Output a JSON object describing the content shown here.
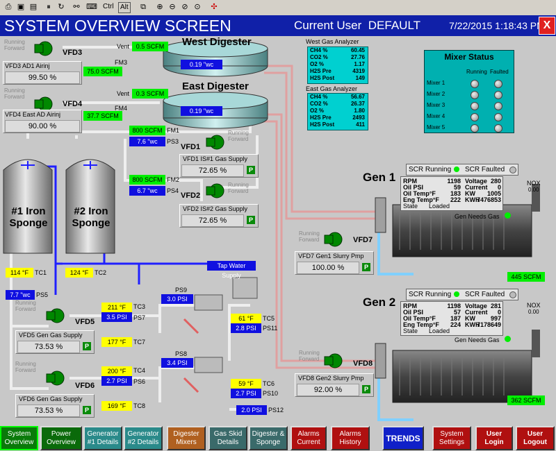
{
  "toolbar": {
    "ctrl_label": "Ctrl",
    "alt_label": "Alt"
  },
  "title": {
    "screen": "SYSTEM OVERVIEW SCREEN",
    "user_label": "Current User",
    "user_name": "DEFAULT",
    "datetime": "7/22/2015 1:18:43 PM",
    "close": "X"
  },
  "digesters": {
    "west": {
      "name": "West Digester",
      "pressure": "0.19 \"wc",
      "vent_label": "Vent",
      "vent_flow": "0.5 SCFM",
      "fm_label": "FM3",
      "fm_value": "75.0 SCFM"
    },
    "east": {
      "name": "East Digester",
      "pressure": "0.19 \"wc",
      "vent_label": "Vent",
      "vent_flow": "0.3 SCFM",
      "fm_label": "FM4",
      "fm_value": "37.7 SCFM"
    }
  },
  "analyzers": {
    "west": {
      "title": "West Gas Analyzer",
      "rows": [
        {
          "k": "CH4 %",
          "v": "60.45"
        },
        {
          "k": "CO2 %",
          "v": "27.76"
        },
        {
          "k": "O2 %",
          "v": "1.17"
        },
        {
          "k": "H2S Pre",
          "v": "4319"
        },
        {
          "k": "H2S Post",
          "v": "149"
        }
      ]
    },
    "east": {
      "title": "East Gas Analyzer",
      "rows": [
        {
          "k": "CH4 %",
          "v": "56.67"
        },
        {
          "k": "CO2 %",
          "v": "26.37"
        },
        {
          "k": "O2 %",
          "v": "1.80"
        },
        {
          "k": "H2S Pre",
          "v": "2493"
        },
        {
          "k": "H2S Post",
          "v": "411"
        }
      ]
    }
  },
  "mixer_status": {
    "title": "Mixer Status",
    "col_running": "Running",
    "col_faulted": "Faulted",
    "rows": [
      "Mixer 1",
      "Mixer 2",
      "Mixer 3",
      "Mixer 4",
      "Mixer 5"
    ]
  },
  "vfds": {
    "vfd3": {
      "status": "Running Forward",
      "name": "VFD3",
      "panel": "VFD3 AD1 Airinj",
      "value": "99.50 %"
    },
    "vfd4": {
      "status": "Running Forward",
      "name": "VFD4",
      "panel": "VFD4 East AD Airinj",
      "value": "90.00 %"
    },
    "vfd1": {
      "status": "Running Forward",
      "name": "VFD1",
      "panel": "VFD1 IS#1 Gas Supply",
      "value": "72.65 %",
      "btn": "P"
    },
    "vfd2": {
      "status": "Running Forward",
      "name": "VFD2",
      "panel": "VFD2 IS#2 Gas Supply",
      "value": "72.65 %",
      "btn": "P"
    },
    "vfd7": {
      "status": "Running Forward",
      "name": "VFD7",
      "panel": "VFD7 Gen1 Slurry Pmp",
      "value": "100.00 %",
      "btn": "P"
    },
    "vfd8": {
      "status": "Running Forward",
      "name": "VFD8",
      "panel": "VFD8 Gen2 Slurry Pmp",
      "value": "92.00 %",
      "btn": "P"
    },
    "vfd5": {
      "status": "Running Forward",
      "name": "VFD5",
      "panel": "VFD5 Gen Gas Supply",
      "value": "73.53 %",
      "btn": "P"
    },
    "vfd6": {
      "status": "Running Forward",
      "name": "VFD6",
      "panel": "VFD6 Gen Gas Supply",
      "value": "73.53 %",
      "btn": "P"
    }
  },
  "instruments": {
    "fm1": {
      "value": "800 SCFM",
      "label": "FM1"
    },
    "ps3": {
      "value": "7.6 \"wc",
      "label": "PS3"
    },
    "fm2": {
      "value": "800 SCFM",
      "label": "FM2"
    },
    "ps4": {
      "value": "6.7 \"wc",
      "label": "PS4"
    },
    "tc1": {
      "value": "114 °F",
      "label": "TC1"
    },
    "tc2": {
      "value": "124 °F",
      "label": "TC2"
    },
    "ps5": {
      "value": "7.7 \"wc",
      "label": "PS5"
    },
    "tap": {
      "value": "Tap Water Supply"
    },
    "ps9": {
      "value": "3.0 PSI",
      "label": "PS9"
    },
    "tc3": {
      "value": "211 °F",
      "label": "TC3"
    },
    "ps7": {
      "value": "3.5 PSI",
      "label": "PS7"
    },
    "tc7": {
      "value": "177 °F",
      "label": "TC7"
    },
    "tc5": {
      "value": "61 °F",
      "label": "TC5"
    },
    "ps11": {
      "value": "2.8 PSI",
      "label": "PS11"
    },
    "ps8": {
      "value": "3.4 PSI",
      "label": "PS8"
    },
    "tc4": {
      "value": "200 °F",
      "label": "TC4"
    },
    "ps6": {
      "value": "2.7 PSI",
      "label": "PS6"
    },
    "tc6": {
      "value": "59 °F",
      "label": "TC6"
    },
    "ps10": {
      "value": "2.7 PSI",
      "label": "PS10"
    },
    "tc8": {
      "value": "169 °F",
      "label": "TC8"
    },
    "ps12": {
      "value": "2.0 PSI",
      "label": "PS12"
    },
    "gen1_flow": {
      "value": "445 SCFM"
    },
    "gen2_flow": {
      "value": "362 SCFM"
    }
  },
  "tanks": {
    "t1": "#1 Iron Sponge",
    "t2": "#2 Iron Sponge"
  },
  "gens": {
    "gen1": {
      "name": "Gen 1",
      "scr_running": "SCR Running",
      "scr_faulted": "SCR Faulted",
      "nox_label": "NOX",
      "nox_value": "0.00",
      "needs_gas": "Gen Needs Gas",
      "left": [
        {
          "k": "RPM",
          "v": "1198"
        },
        {
          "k": "Oil PSI",
          "v": "59"
        },
        {
          "k": "Oil Temp°F",
          "v": "183"
        },
        {
          "k": "Eng Temp°F",
          "v": "222"
        },
        {
          "k": "State",
          "v": "Loaded"
        }
      ],
      "right": [
        {
          "k": "Voltage",
          "v": "280"
        },
        {
          "k": "Current",
          "v": "0"
        },
        {
          "k": "KW",
          "v": "1005"
        },
        {
          "k": "KWH",
          "v": "7476853"
        }
      ]
    },
    "gen2": {
      "name": "Gen 2",
      "scr_running": "SCR Running",
      "scr_faulted": "SCR Faulted",
      "nox_label": "NOX",
      "nox_value": "0.00",
      "needs_gas": "Gen Needs Gas",
      "left": [
        {
          "k": "RPM",
          "v": "1198"
        },
        {
          "k": "Oil PSI",
          "v": "57"
        },
        {
          "k": "Oil Temp°F",
          "v": "187"
        },
        {
          "k": "Eng Temp°F",
          "v": "224"
        },
        {
          "k": "State",
          "v": "Loaded"
        }
      ],
      "right": [
        {
          "k": "Voltage",
          "v": "281"
        },
        {
          "k": "Current",
          "v": "0"
        },
        {
          "k": "KW",
          "v": "997"
        },
        {
          "k": "KWH",
          "v": "7178649"
        }
      ]
    }
  },
  "nav": {
    "system_overview": "System Overview",
    "power_overview": "Power Overview",
    "gen1_details": "Generator #1 Details",
    "gen2_details": "Generator #2 Details",
    "digester_mixers": "Digester Mixers",
    "gas_skid": "Gas Skid Details",
    "digester_sponge": "Digester & Sponge",
    "alarms_current": "Alarms Current",
    "alarms_history": "Alarms History",
    "trends": "TRENDS",
    "system_settings": "System Settings",
    "user_login": "User Login",
    "user_logout": "User Logout"
  },
  "colors": {
    "title_bg": "#1020a8",
    "green": "#00ee00",
    "blue": "#1010e0",
    "yellow": "#ffff00",
    "analyzer": "#00d0d0",
    "pipe_red": "#e8a0a0",
    "pipe_blue": "#3030ff"
  }
}
